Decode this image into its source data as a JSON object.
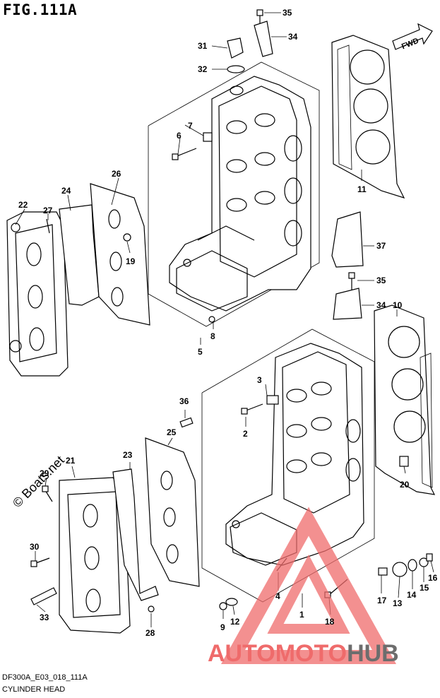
{
  "figure": {
    "title": "FIG.111A",
    "code": "DF300A_E03_018_111A",
    "name": "CYLINDER HEAD",
    "fwd_label": "FWD"
  },
  "watermark": {
    "text": "© Boats.net",
    "brand_part1": "AUTOMOTO",
    "brand_part2": "HUB",
    "brand_colors": {
      "accent": "#ef6b6b",
      "dark": "#6d6d6d"
    }
  },
  "callouts": [
    "35",
    "34",
    "31",
    "32",
    "7",
    "6",
    "26",
    "24",
    "22",
    "27",
    "19",
    "11",
    "37",
    "35",
    "34",
    "10",
    "5",
    "8",
    "3",
    "36",
    "2",
    "25",
    "23",
    "21",
    "29",
    "20",
    "30",
    "33",
    "28",
    "4",
    "9",
    "12",
    "1",
    "18",
    "17",
    "13",
    "14",
    "15",
    "16"
  ]
}
